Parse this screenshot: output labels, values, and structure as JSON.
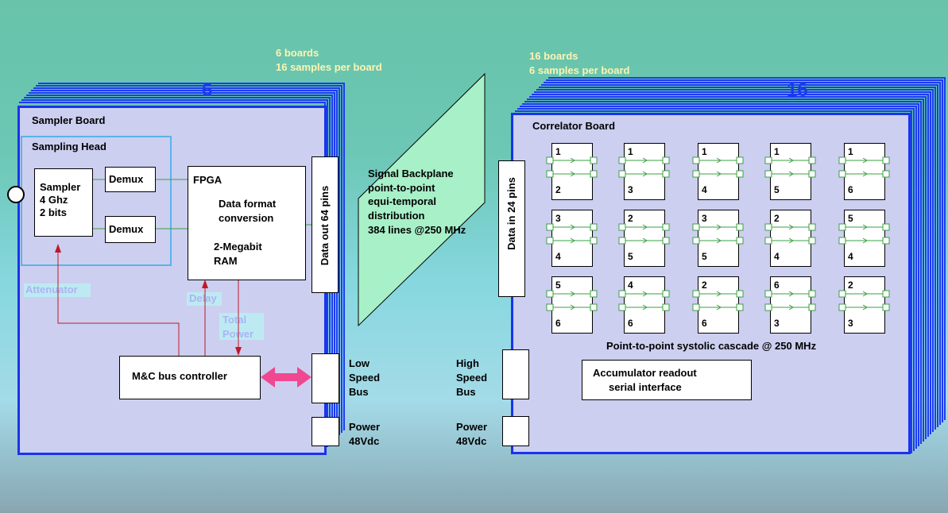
{
  "sampler_section": {
    "count_badge": "6",
    "caption_line1": "6 boards",
    "caption_line2": "16 samples per board",
    "board_title": "Sampler Board",
    "head_title": "Sampling Head",
    "sampler": {
      "l1": "Sampler",
      "l2": "4 Ghz",
      "l3": "2 bits"
    },
    "demux1": "Demux",
    "demux2": "Demux",
    "fpga": {
      "title": "FPGA",
      "l1": "Data format",
      "l2": "conversion",
      "l3": "2-Megabit",
      "l4": "RAM"
    },
    "data_out": "Data out  64 pins",
    "attenuator": "Attenuator",
    "delay": "Delay",
    "total_power": {
      "l1": "Total",
      "l2": "Power"
    },
    "mc_bus": "M&C bus controller",
    "low_speed": {
      "l1": "Low",
      "l2": "Speed",
      "l3": "Bus"
    },
    "power": {
      "l1": "Power",
      "l2": "48Vdc"
    }
  },
  "backplane": {
    "l1": "Signal  Backplane",
    "l2": "point-to-point",
    "l3": "equi-temporal",
    "l4": "distribution",
    "l5": "384 lines @250 MHz"
  },
  "correlator_section": {
    "count_badge": "16",
    "caption_line1": "16 boards",
    "caption_line2": "6 samples per board",
    "board_title": "Correlator Board",
    "data_in": "Data in  24 pins",
    "cells": [
      {
        "top": "1",
        "bottom": "2"
      },
      {
        "top": "1",
        "bottom": "3"
      },
      {
        "top": "1",
        "bottom": "4"
      },
      {
        "top": "1",
        "bottom": "5"
      },
      {
        "top": "1",
        "bottom": "6"
      },
      {
        "top": "3",
        "bottom": "4"
      },
      {
        "top": "2",
        "bottom": "5"
      },
      {
        "top": "3",
        "bottom": "5"
      },
      {
        "top": "2",
        "bottom": "4"
      },
      {
        "top": "5",
        "bottom": "4"
      },
      {
        "top": "5",
        "bottom": "6"
      },
      {
        "top": "4",
        "bottom": "6"
      },
      {
        "top": "2",
        "bottom": "6"
      },
      {
        "top": "6",
        "bottom": "3"
      },
      {
        "top": "2",
        "bottom": "3"
      }
    ],
    "cascade_caption": "Point-to-point systolic cascade @ 250 MHz",
    "high_speed": {
      "l1": "High",
      "l2": "Speed",
      "l3": "Bus"
    },
    "accumulator": {
      "l1": "Accumulator readout",
      "l2": "serial interface"
    },
    "power": {
      "l1": "Power",
      "l2": "48Vdc"
    }
  },
  "colors": {
    "board_border": "#1a33ee",
    "board_fill": "#cccff0",
    "backplane_fill": "#a8f0c8",
    "control_line": "#c0182a",
    "bus_arrow": "#f04890",
    "signal_line": "#3aa040",
    "caption_text": "#fff4b0",
    "port_note_text": "#aab4f4"
  }
}
